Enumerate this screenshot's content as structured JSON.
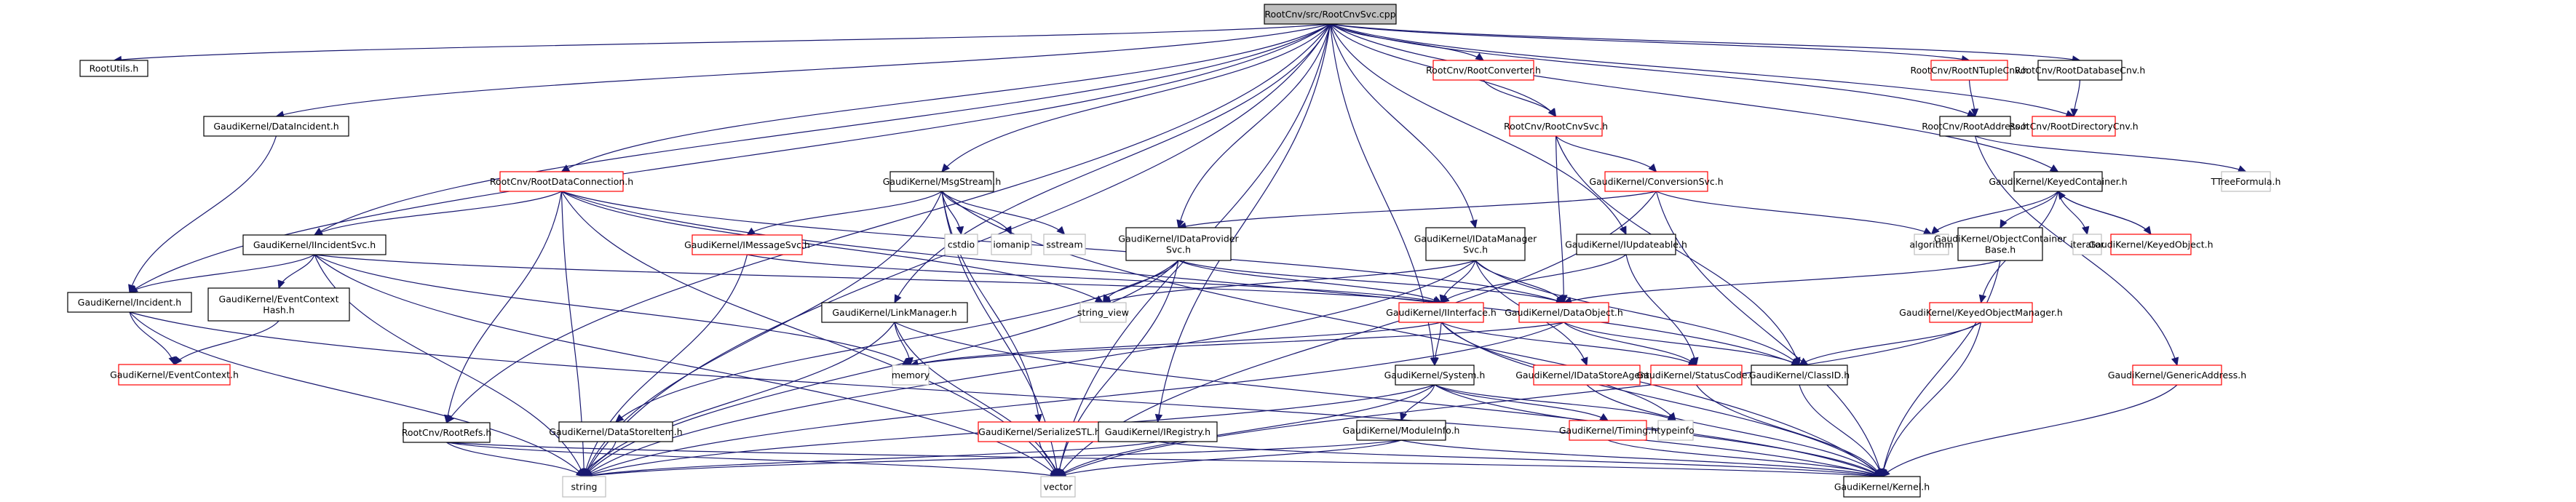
{
  "title": "RootCnv/src/RootCnvSvc.cpp include dependency graph",
  "colors": {
    "edge": "#191970",
    "root_fill": "#bfbfbf",
    "root_border": "#000000",
    "documented_border": "#000000",
    "undocumented_border": "#ff0000",
    "external_border": "#bfbfbf"
  },
  "nodes": [
    {
      "id": "root",
      "lines": [
        "RootCnv/src/RootCnvSvc.cpp"
      ],
      "kind": "root"
    },
    {
      "id": "rootutils",
      "lines": [
        "RootUtils.h"
      ],
      "kind": "documented"
    },
    {
      "id": "dataincident",
      "lines": [
        "GaudiKernel/DataIncident.h"
      ],
      "kind": "documented"
    },
    {
      "id": "rootdataconnection",
      "lines": [
        "RootCnv/RootDataConnection.h"
      ],
      "kind": "undocumented"
    },
    {
      "id": "iincidentsvc",
      "lines": [
        "GaudiKernel/IIncidentSvc.h"
      ],
      "kind": "documented"
    },
    {
      "id": "incident",
      "lines": [
        "GaudiKernel/Incident.h"
      ],
      "kind": "documented"
    },
    {
      "id": "eventcontexthash",
      "lines": [
        "GaudiKernel/EventContext",
        "Hash.h"
      ],
      "kind": "documented"
    },
    {
      "id": "eventcontext",
      "lines": [
        "GaudiKernel/EventContext.h"
      ],
      "kind": "undocumented"
    },
    {
      "id": "rootrefs",
      "lines": [
        "RootCnv/RootRefs.h"
      ],
      "kind": "documented"
    },
    {
      "id": "string",
      "lines": [
        "string"
      ],
      "kind": "external"
    },
    {
      "id": "datastoreitem",
      "lines": [
        "GaudiKernel/DataStoreItem.h"
      ],
      "kind": "documented"
    },
    {
      "id": "vector",
      "lines": [
        "vector"
      ],
      "kind": "external"
    },
    {
      "id": "serializestl",
      "lines": [
        "GaudiKernel/SerializeSTL.h"
      ],
      "kind": "undocumented"
    },
    {
      "id": "iregistry",
      "lines": [
        "GaudiKernel/IRegistry.h"
      ],
      "kind": "documented"
    },
    {
      "id": "msgstream",
      "lines": [
        "GaudiKernel/MsgStream.h"
      ],
      "kind": "documented"
    },
    {
      "id": "imessagesvc",
      "lines": [
        "GaudiKernel/IMessageSvc.h"
      ],
      "kind": "undocumented"
    },
    {
      "id": "cstdio",
      "lines": [
        "cstdio"
      ],
      "kind": "external"
    },
    {
      "id": "iomanip",
      "lines": [
        "iomanip"
      ],
      "kind": "external"
    },
    {
      "id": "sstream",
      "lines": [
        "sstream"
      ],
      "kind": "external"
    },
    {
      "id": "linkmanager",
      "lines": [
        "GaudiKernel/LinkManager.h"
      ],
      "kind": "documented"
    },
    {
      "id": "memory",
      "lines": [
        "memory"
      ],
      "kind": "external"
    },
    {
      "id": "string_view",
      "lines": [
        "string_view"
      ],
      "kind": "external"
    },
    {
      "id": "idataprovidersvc",
      "lines": [
        "GaudiKernel/IDataProvider",
        "Svc.h"
      ],
      "kind": "documented"
    },
    {
      "id": "idatamanagersvc",
      "lines": [
        "GaudiKernel/IDataManager",
        "Svc.h"
      ],
      "kind": "documented"
    },
    {
      "id": "iinterface",
      "lines": [
        "GaudiKernel/IInterface.h"
      ],
      "kind": "undocumented"
    },
    {
      "id": "dataobject",
      "lines": [
        "GaudiKernel/DataObject.h"
      ],
      "kind": "undocumented"
    },
    {
      "id": "iupdateable",
      "lines": [
        "GaudiKernel/IUpdateable.h"
      ],
      "kind": "documented"
    },
    {
      "id": "system",
      "lines": [
        "GaudiKernel/System.h"
      ],
      "kind": "documented"
    },
    {
      "id": "moduleinfo",
      "lines": [
        "GaudiKernel/ModuleInfo.h"
      ],
      "kind": "documented"
    },
    {
      "id": "timing",
      "lines": [
        "GaudiKernel/Timing.h"
      ],
      "kind": "undocumented"
    },
    {
      "id": "typeinfo",
      "lines": [
        "typeinfo"
      ],
      "kind": "external"
    },
    {
      "id": "idatastoreagent",
      "lines": [
        "GaudiKernel/IDataStoreAgent.h"
      ],
      "kind": "undocumented"
    },
    {
      "id": "statuscode",
      "lines": [
        "GaudiKernel/StatusCode.h"
      ],
      "kind": "undocumented"
    },
    {
      "id": "classid",
      "lines": [
        "GaudiKernel/ClassID.h"
      ],
      "kind": "documented"
    },
    {
      "id": "kernel",
      "lines": [
        "GaudiKernel/Kernel.h"
      ],
      "kind": "documented"
    },
    {
      "id": "rootconverter",
      "lines": [
        "RootCnv/RootConverter.h"
      ],
      "kind": "undocumented"
    },
    {
      "id": "rootcnvsvc_h",
      "lines": [
        "RootCnv/RootCnvSvc.h"
      ],
      "kind": "undocumented"
    },
    {
      "id": "conversionsvc",
      "lines": [
        "GaudiKernel/ConversionSvc.h"
      ],
      "kind": "undocumented"
    },
    {
      "id": "rootntuplecnv",
      "lines": [
        "RootCnv/RootNTupleCnv.h"
      ],
      "kind": "undocumented"
    },
    {
      "id": "rootdatabasecnv",
      "lines": [
        "RootCnv/RootDatabaseCnv.h"
      ],
      "kind": "documented"
    },
    {
      "id": "rootaddress",
      "lines": [
        "RootCnv/RootAddress.h"
      ],
      "kind": "documented"
    },
    {
      "id": "rootdirectorycnv",
      "lines": [
        "RootCnv/RootDirectoryCnv.h"
      ],
      "kind": "undocumented"
    },
    {
      "id": "ttreeformula",
      "lines": [
        "TTreeFormula.h"
      ],
      "kind": "external"
    },
    {
      "id": "keyedcontainer",
      "lines": [
        "GaudiKernel/KeyedContainer.h"
      ],
      "kind": "documented"
    },
    {
      "id": "algorithm",
      "lines": [
        "algorithm"
      ],
      "kind": "external"
    },
    {
      "id": "objectcontainerbase",
      "lines": [
        "GaudiKernel/ObjectContainer",
        "Base.h"
      ],
      "kind": "documented"
    },
    {
      "id": "iterator",
      "lines": [
        "iterator"
      ],
      "kind": "external"
    },
    {
      "id": "keyedobject",
      "lines": [
        "GaudiKernel/KeyedObject.h"
      ],
      "kind": "undocumented"
    },
    {
      "id": "keyedobjectmanager",
      "lines": [
        "GaudiKernel/KeyedObjectManager.h"
      ],
      "kind": "undocumented"
    },
    {
      "id": "genericaddress",
      "lines": [
        "GaudiKernel/GenericAddress.h"
      ],
      "kind": "undocumented"
    }
  ],
  "edges": [
    [
      "root",
      "rootutils"
    ],
    [
      "root",
      "dataincident"
    ],
    [
      "root",
      "incident"
    ],
    [
      "root",
      "rootdataconnection"
    ],
    [
      "root",
      "iincidentsvc"
    ],
    [
      "root",
      "rootrefs"
    ],
    [
      "root",
      "msgstream"
    ],
    [
      "root",
      "linkmanager"
    ],
    [
      "root",
      "idataprovidersvc"
    ],
    [
      "root",
      "iregistry"
    ],
    [
      "root",
      "system"
    ],
    [
      "root",
      "idatamanagersvc"
    ],
    [
      "root",
      "rootconverter"
    ],
    [
      "root",
      "rootcnvsvc_h"
    ],
    [
      "root",
      "iupdateable"
    ],
    [
      "root",
      "rootntuplecnv"
    ],
    [
      "root",
      "rootdatabasecnv"
    ],
    [
      "root",
      "rootaddress"
    ],
    [
      "root",
      "rootdirectorycnv"
    ],
    [
      "root",
      "keyedcontainer"
    ],
    [
      "root",
      "string"
    ],
    [
      "root",
      "vector"
    ],
    [
      "dataincident",
      "incident"
    ],
    [
      "rootdataconnection",
      "iincidentsvc"
    ],
    [
      "rootdataconnection",
      "rootrefs"
    ],
    [
      "rootdataconnection",
      "string"
    ],
    [
      "rootdataconnection",
      "vector"
    ],
    [
      "rootdataconnection",
      "string_view"
    ],
    [
      "rootdataconnection",
      "dataobject"
    ],
    [
      "rootdataconnection",
      "classid"
    ],
    [
      "iincidentsvc",
      "incident"
    ],
    [
      "iincidentsvc",
      "eventcontexthash"
    ],
    [
      "iincidentsvc",
      "iinterface"
    ],
    [
      "iincidentsvc",
      "string"
    ],
    [
      "iincidentsvc",
      "vector"
    ],
    [
      "iincidentsvc",
      "memory"
    ],
    [
      "incident",
      "eventcontext"
    ],
    [
      "incident",
      "string"
    ],
    [
      "incident",
      "kernel"
    ],
    [
      "eventcontexthash",
      "eventcontext"
    ],
    [
      "rootrefs",
      "string"
    ],
    [
      "rootrefs",
      "vector"
    ],
    [
      "rootrefs",
      "kernel"
    ],
    [
      "datastoreitem",
      "string"
    ],
    [
      "serializestl",
      "vector"
    ],
    [
      "iregistry",
      "string"
    ],
    [
      "iregistry",
      "kernel"
    ],
    [
      "msgstream",
      "imessagesvc"
    ],
    [
      "msgstream",
      "cstdio"
    ],
    [
      "msgstream",
      "iomanip"
    ],
    [
      "msgstream",
      "sstream"
    ],
    [
      "msgstream",
      "string"
    ],
    [
      "msgstream",
      "serializestl"
    ],
    [
      "msgstream",
      "kernel"
    ],
    [
      "msgstream",
      "vector"
    ],
    [
      "imessagesvc",
      "iinterface"
    ],
    [
      "imessagesvc",
      "string"
    ],
    [
      "linkmanager",
      "memory"
    ],
    [
      "linkmanager",
      "string"
    ],
    [
      "linkmanager",
      "vector"
    ],
    [
      "linkmanager",
      "kernel"
    ],
    [
      "idataprovidersvc",
      "string_view"
    ],
    [
      "idataprovidersvc",
      "iinterface"
    ],
    [
      "idataprovidersvc",
      "dataobject"
    ],
    [
      "idataprovidersvc",
      "datastoreitem"
    ],
    [
      "idataprovidersvc",
      "string"
    ],
    [
      "idataprovidersvc",
      "vector"
    ],
    [
      "idatamanagersvc",
      "iinterface"
    ],
    [
      "idatamanagersvc",
      "dataobject"
    ],
    [
      "idatamanagersvc",
      "string_view"
    ],
    [
      "idatamanagersvc",
      "idatastoreagent"
    ],
    [
      "idatamanagersvc",
      "classid"
    ],
    [
      "idatamanagersvc",
      "string"
    ],
    [
      "iinterface",
      "system"
    ],
    [
      "iinterface",
      "statuscode"
    ],
    [
      "iinterface",
      "kernel"
    ],
    [
      "iinterface",
      "typeinfo"
    ],
    [
      "iinterface",
      "memory"
    ],
    [
      "dataobject",
      "statuscode"
    ],
    [
      "dataobject",
      "classid"
    ],
    [
      "dataobject",
      "string"
    ],
    [
      "dataobject",
      "memory"
    ],
    [
      "iupdateable",
      "iinterface"
    ],
    [
      "iupdateable",
      "statuscode"
    ],
    [
      "system",
      "moduleinfo"
    ],
    [
      "system",
      "timing"
    ],
    [
      "system",
      "typeinfo"
    ],
    [
      "system",
      "string"
    ],
    [
      "system",
      "vector"
    ],
    [
      "system",
      "kernel"
    ],
    [
      "moduleinfo",
      "string"
    ],
    [
      "moduleinfo",
      "vector"
    ],
    [
      "moduleinfo",
      "kernel"
    ],
    [
      "timing",
      "kernel"
    ],
    [
      "idatastoreagent",
      "kernel"
    ],
    [
      "statuscode",
      "kernel"
    ],
    [
      "classid",
      "kernel"
    ],
    [
      "rootconverter",
      "rootcnvsvc_h"
    ],
    [
      "rootcnvsvc_h",
      "conversionsvc"
    ],
    [
      "rootcnvsvc_h",
      "dataobject"
    ],
    [
      "rootcnvsvc_h",
      "classid"
    ],
    [
      "conversionsvc",
      "idataprovidersvc"
    ],
    [
      "conversionsvc",
      "algorithm"
    ],
    [
      "conversionsvc",
      "vector"
    ],
    [
      "conversionsvc",
      "kernel"
    ],
    [
      "rootntuplecnv",
      "rootaddress"
    ],
    [
      "rootdatabasecnv",
      "rootdirectorycnv"
    ],
    [
      "rootaddress",
      "ttreeformula"
    ],
    [
      "rootaddress",
      "genericaddress"
    ],
    [
      "keyedcontainer",
      "algorithm"
    ],
    [
      "keyedcontainer",
      "objectcontainerbase"
    ],
    [
      "keyedcontainer",
      "iterator"
    ],
    [
      "keyedcontainer",
      "keyedobject"
    ],
    [
      "keyedcontainer",
      "keyedobjectmanager"
    ],
    [
      "keyedobject",
      "keyedcontainer"
    ],
    [
      "objectcontainerbase",
      "dataobject"
    ],
    [
      "objectcontainerbase",
      "kernel"
    ],
    [
      "keyedobjectmanager",
      "classid"
    ],
    [
      "keyedobjectmanager",
      "kernel"
    ],
    [
      "keyedobjectmanager",
      "vector"
    ],
    [
      "genericaddress",
      "kernel"
    ]
  ]
}
